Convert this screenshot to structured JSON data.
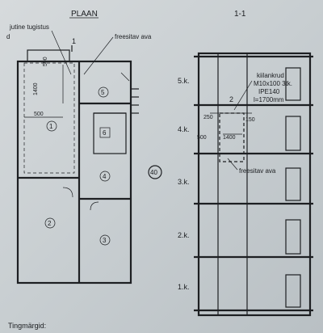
{
  "plan": {
    "title": "PLAAN",
    "section_mark": "1",
    "labels": {
      "support": "jutine tugistus",
      "cut_left": "d",
      "opening_left": "freesitav ava",
      "dim_500_top": "500",
      "dim_1400": "1400",
      "dim_500_side": "500"
    },
    "rooms": [
      "1",
      "2",
      "3",
      "4",
      "5",
      "6"
    ],
    "axis_badge": "40"
  },
  "section": {
    "title": "1-1",
    "beam_label_1": "kiilankrud",
    "beam_label_2": "M10x100 3tk.",
    "beam_label_3": "IPE140",
    "beam_label_4": "l=1700mm",
    "opening_label": "freesitav ava",
    "mark_2": "2",
    "dim_250": "250",
    "dim_150": "150",
    "dim_500": "500",
    "dim_1400": "1400",
    "floors": [
      "5.k.",
      "4.k.",
      "3.k.",
      "2.k.",
      "1.k."
    ]
  },
  "footer": {
    "note": "Tingmärgid:"
  }
}
